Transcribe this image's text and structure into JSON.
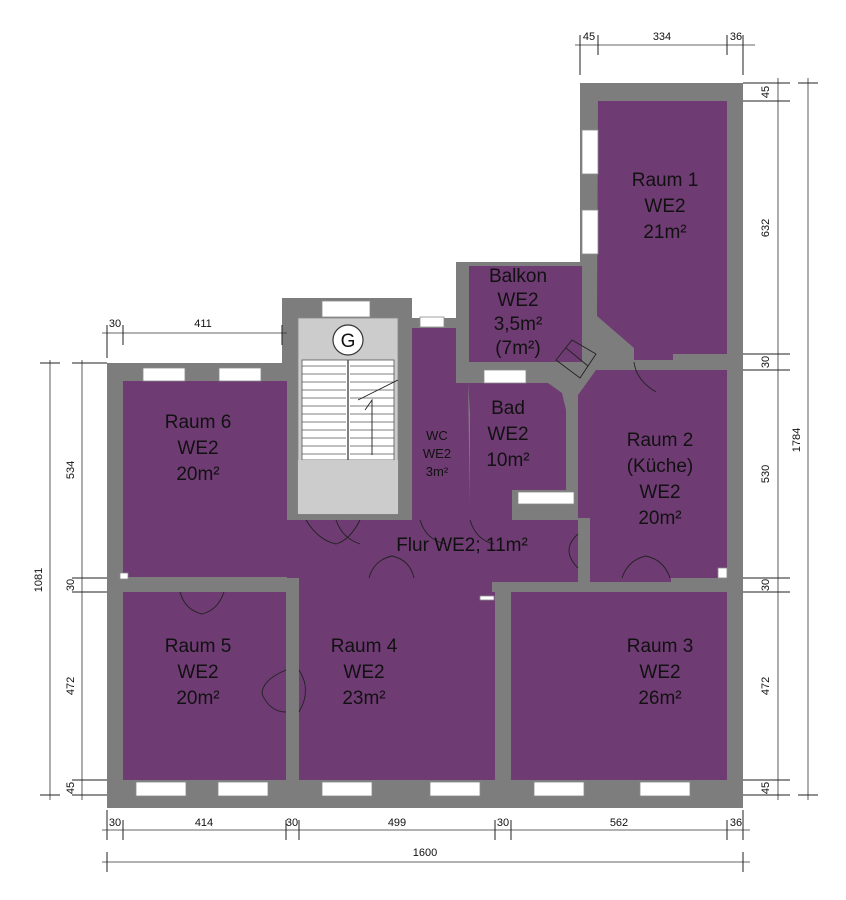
{
  "rooms": {
    "raum1": {
      "name": "Raum 1",
      "unit": "WE2",
      "area": "21m²"
    },
    "raum2": {
      "name": "Raum 2",
      "sub": "(Küche)",
      "unit": "WE2",
      "area": "20m²"
    },
    "raum3": {
      "name": "Raum 3",
      "unit": "WE2",
      "area": "26m²"
    },
    "raum4": {
      "name": "Raum 4",
      "unit": "WE2",
      "area": "23m²"
    },
    "raum5": {
      "name": "Raum 5",
      "unit": "WE2",
      "area": "20m²"
    },
    "raum6": {
      "name": "Raum 6",
      "unit": "WE2",
      "area": "20m²"
    },
    "balkon": {
      "name": "Balkon",
      "unit": "WE2",
      "area": "3,5m²",
      "sub": "(7m²)"
    },
    "bad": {
      "name": "Bad",
      "unit": "WE2",
      "area": "10m²"
    },
    "wc": {
      "name": "WC",
      "unit": "WE2",
      "area": "3m²"
    },
    "flur": {
      "label": "Flur WE2; 11m²"
    }
  },
  "stair": {
    "marker": "G"
  },
  "dimensions": {
    "top": [
      "45",
      "334",
      "36"
    ],
    "top_left": [
      "30",
      "411"
    ],
    "bottom": [
      "30",
      "414",
      "30",
      "499",
      "30",
      "562",
      "36"
    ],
    "total_width": "1600",
    "left": [
      "534",
      "30",
      "472",
      "45"
    ],
    "left_total": "1081",
    "right": [
      "45",
      "632",
      "30",
      "530",
      "30",
      "472",
      "45"
    ],
    "right_total": "1784"
  },
  "colors": {
    "room": "#6e3b73",
    "wall": "#7d7d7d",
    "stair": "#cccccc"
  }
}
